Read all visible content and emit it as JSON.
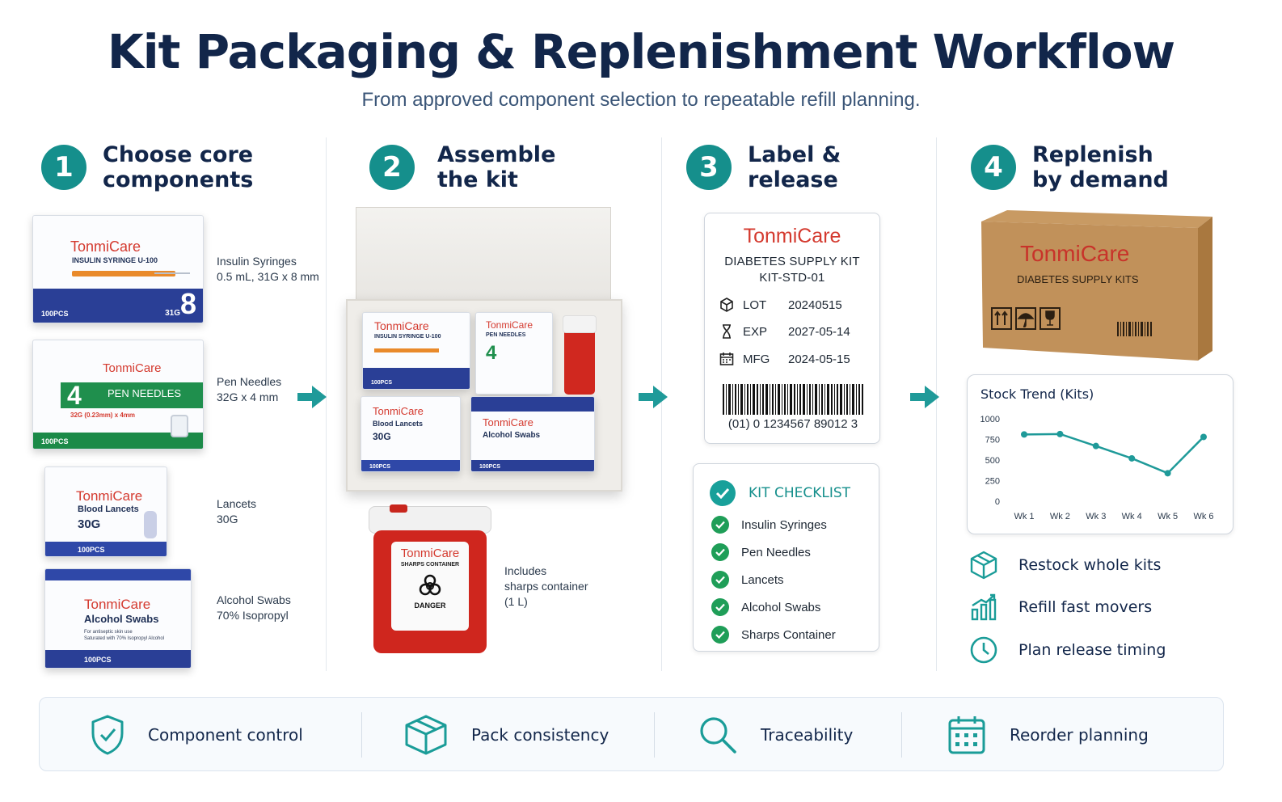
{
  "title": "Kit Packaging & Replenishment Workflow",
  "subtitle": "From approved component selection to repeatable refill planning.",
  "steps": [
    {
      "num": "1",
      "title": "Choose core\ncomponents"
    },
    {
      "num": "2",
      "title": "Assemble\nthe kit"
    },
    {
      "num": "3",
      "title": "Label &\nrelease"
    },
    {
      "num": "4",
      "title": "Replenish\nby demand"
    }
  ],
  "brand": "TonmiCare",
  "components": [
    {
      "box_name": "INSULIN SYRINGE  U-100",
      "big": "8",
      "big_unit": "mm",
      "gauge": "31G",
      "count": "100PCS",
      "label": "Insulin Syringes\n0.5 mL, 31G x 8 mm"
    },
    {
      "box_name": "PEN NEEDLES",
      "big": "4",
      "big_unit": "mm",
      "gauge": "32G (0.23mm) x 4mm",
      "count": "100PCS",
      "label": "Pen Needles\n32G x 4 mm"
    },
    {
      "box_name": "Blood Lancets",
      "big": "30G",
      "count": "100PCS",
      "label": "Lancets\n30G"
    },
    {
      "box_name": "Alcohol Swabs",
      "note": "For antiseptic skin use\nSaturated with 70% Isopropyl Alcohol",
      "count": "100PCS",
      "label": "Alcohol Swabs\n70% Isopropyl"
    }
  ],
  "tray_items": {
    "syringe": "INSULIN SYRINGE  U-100",
    "needles": "PEN NEEDLES",
    "lancets": "Blood Lancets",
    "lancets_g": "30G",
    "swabs": "Alcohol Swabs",
    "count": "100PCS"
  },
  "sharps": {
    "name": "SHARPS CONTAINER",
    "warning": "DANGER",
    "label": "Includes\nsharps container\n(1 L)"
  },
  "kit_label": {
    "line1": "DIABETES SUPPLY KIT",
    "line2": "KIT-STD-01",
    "rows": [
      {
        "icon": "box-icon",
        "key": "LOT",
        "value": "20240515"
      },
      {
        "icon": "hourglass-icon",
        "key": "EXP",
        "value": "2027-05-14"
      },
      {
        "icon": "calendar-icon",
        "key": "MFG",
        "value": "2024-05-15"
      }
    ],
    "barcode_text": "(01) 0 1234567 89012 3"
  },
  "checklist": {
    "title": "KIT CHECKLIST",
    "items": [
      "Insulin Syringes",
      "Pen Needles",
      "Lancets",
      "Alcohol Swabs",
      "Sharps Container"
    ]
  },
  "carton_text": "DIABETES SUPPLY KITS",
  "chart_data": {
    "type": "line",
    "title": "Stock Trend (Kits)",
    "categories": [
      "Wk 1",
      "Wk 2",
      "Wk 3",
      "Wk 4",
      "Wk 5",
      "Wk 6"
    ],
    "series": [
      {
        "values": [
          810,
          815,
          670,
          520,
          340,
          780
        ]
      }
    ],
    "ylim": [
      0,
      1000
    ],
    "yticks": [
      "0",
      "250",
      "500",
      "750",
      "1000"
    ],
    "grid": false,
    "color": "#1f9a99"
  },
  "replenish_actions": [
    {
      "icon": "cube-icon",
      "label": "Restock whole kits"
    },
    {
      "icon": "bar-chart-icon",
      "label": "Refill fast movers"
    },
    {
      "icon": "clock-icon",
      "label": "Plan release timing"
    }
  ],
  "footer": [
    {
      "icon": "shield-check-icon",
      "label": "Component control"
    },
    {
      "icon": "package-icon",
      "label": "Pack consistency"
    },
    {
      "icon": "magnifier-icon",
      "label": "Traceability"
    },
    {
      "icon": "calendar-grid-icon",
      "label": "Reorder planning"
    }
  ],
  "colors": {
    "teal": "#158f8c",
    "navy": "#12264a",
    "brand_red": "#d43a2f",
    "check_green": "#1f9e58"
  }
}
